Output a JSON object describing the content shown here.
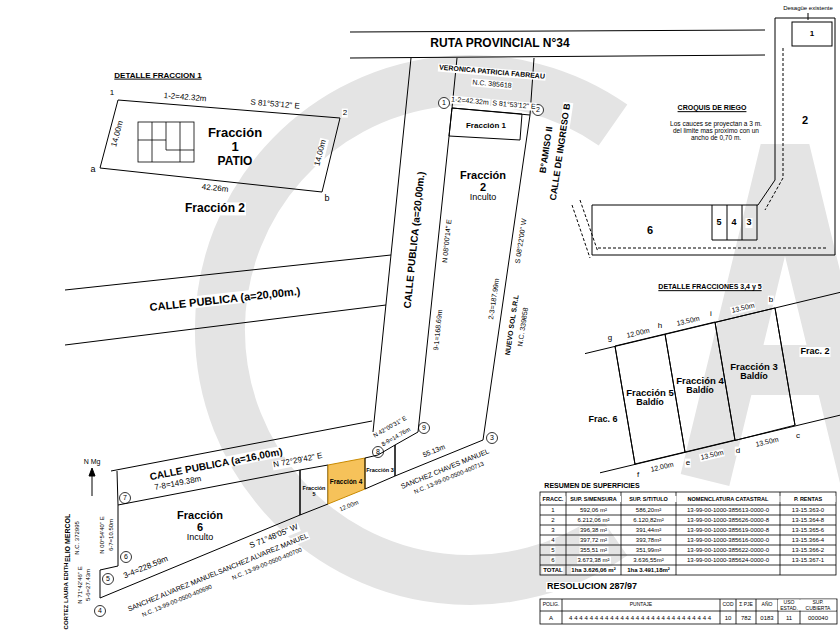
{
  "diagram": {
    "nodes": [
      {
        "text": [
          "Fracción 1",
          "PATIO"
        ]
      },
      {
        "text": [
          "Fracción 1"
        ]
      },
      {
        "text": [
          "Fracción 2",
          "Inculto"
        ]
      },
      {
        "text": [
          "Fracción 6",
          "Inculto"
        ]
      },
      {
        "text": [
          "Fracción 5"
        ]
      },
      {
        "text": [
          "Fracción 4"
        ]
      },
      {
        "text": [
          "Fracción 3"
        ]
      },
      {
        "text": [
          "Fracción 5",
          "Baldío"
        ]
      },
      {
        "text": [
          "Fracción 4",
          "Baldío"
        ]
      },
      {
        "text": [
          "Fracción 3",
          "Baldío"
        ]
      }
    ],
    "labels": [
      "RUTA PROVINCIAL N°34",
      "DETALLE FRACCION 1",
      "1",
      "2",
      "1-2=42.32m",
      "S 81°53'12\" E",
      "14.00m",
      "14.00m",
      "42.26m",
      "a",
      "b",
      "Fracción 2",
      "VERONICA PATRICIA FABREAU",
      "N.C. 385618",
      "1-2=42.32m",
      "S 81°53'12\" E",
      "B°AMISO II",
      "CALLE DE INGRESO B",
      "CALLE PUBLICA (a=20,00m.)",
      "N 08°00'14\" E",
      "9-1=168.69m",
      "2-3=187.99m",
      "S 08°22'00\" W",
      "NUEVO SOL S.R.L",
      "N.C. 339858",
      "CALLE PUBLICA (a=20,00m.)",
      "CALLE PUBLICA (a=16,00m)",
      "7-8=149.38m",
      "N 72°29'42\" E",
      "8-9=14.76m",
      "N 42°00'31\" E",
      "3-4=228.59m",
      "S 71°48'05\" W",
      "SANCHEZ ALVAREZ MANUEL",
      "N.C. 13-99-00-0500-400700",
      "55.13m",
      "SANCHEZ CHAVES MANUEL",
      "N.C. 13-99-00-0500-400713",
      "12.00m",
      "SANCHEZ ALVAREZ MANUEL",
      "N.C. 13-99-00-0500-400690",
      "ELIO MERCOL",
      "N.C. 372995",
      "6-7=10.50m",
      "N 00°54'40\" E",
      "5-6=27.43m",
      "N 71°42'46\" E",
      "CORTEZ LAURA EDITH",
      "N Mg",
      "1",
      "2",
      "3",
      "4",
      "5",
      "6",
      "7",
      "8",
      "9",
      "Desagüe existente",
      "1",
      "2",
      "CROQUIS DE RIEGO",
      "Los cauces se proyectan a 3 m. del limite mas proximo con un ancho de 0,70 m.",
      "6",
      "5",
      "4",
      "3",
      "DETALLE FRACCIONES 3,4 y 5",
      "Frac. 2",
      "Frac. 6",
      "12.00m",
      "13.50m",
      "13.50m",
      "12.00m",
      "13.50m",
      "13.50m",
      "g",
      "h",
      "i",
      "b",
      "f",
      "e",
      "d",
      "c",
      "RESUMEN DE SUPERFICIES",
      "RESOLUCION 287/97",
      "POLIG.",
      "PUNTAJE",
      "COD",
      "Σ PJE",
      "AÑO",
      "USO ESTAD.",
      "SUP. CUBIERTA",
      "A",
      "4444444444444444444444444444",
      "10",
      "782",
      "0183",
      "11",
      "000040",
      "FRACC.",
      "SUP. S/MENSURA",
      "SUP. S/TITULO",
      "NOMENCLATURA CATASTRAL",
      "P. RENTAS",
      "1",
      "592,06 m²",
      "586,20m²",
      "13-99-00-1000-385613-0000-0",
      "13-15.363-0",
      "2",
      "6.212,06 m²",
      "6.120,82m²",
      "13-99-00-1000-385626-0000-8",
      "13-15.364-8",
      "3",
      "396,38 m²",
      "391,44m²",
      "13-99-00-1000-385619-0000-8",
      "13-15.365-6",
      "4",
      "397,72 m²",
      "393,78m²",
      "13-99-00-1000-385616-0000-0",
      "13-15.366-4",
      "5",
      "355,51 m²",
      "351,99m²",
      "13-99-00-1000-385622-0000-0",
      "13-15.366-2",
      "6",
      "3.673,38 m²",
      "3.636,55m²",
      "13-99-00-1000-385624-0000-0",
      "13-15.367-1",
      "TOTAL",
      "1ha 3.626,06 m²",
      "1ha 3.491,18m²"
    ]
  }
}
